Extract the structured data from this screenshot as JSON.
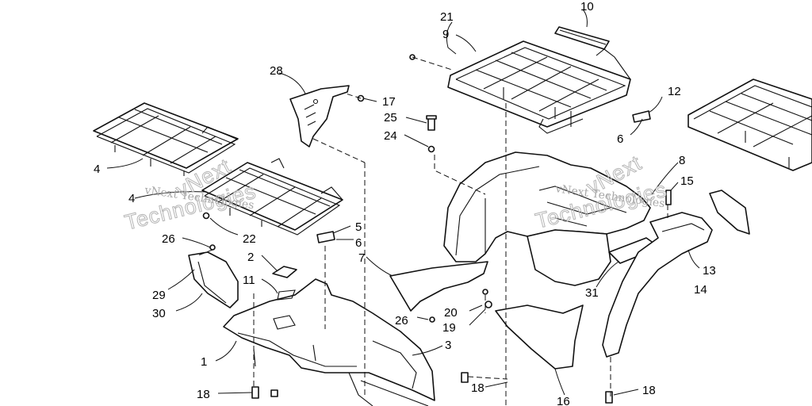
{
  "watermark": {
    "line1": "vNext Technologies",
    "line2": "vNext",
    "line3": "Technologies"
  },
  "callouts": {
    "n1": "1",
    "n2": "2",
    "n3": "3",
    "n4a": "4",
    "n4b": "4",
    "n5": "5",
    "n6a": "6",
    "n6b": "6",
    "n7": "7",
    "n8": "8",
    "n9": "9",
    "n10": "10",
    "n11": "11",
    "n12": "12",
    "n13": "13",
    "n14": "14",
    "n15": "15",
    "n16": "16",
    "n17": "17",
    "n18a": "18",
    "n18b": "18",
    "n18c": "18",
    "n19": "19",
    "n20": "20",
    "n21": "21",
    "n22": "22",
    "n24": "24",
    "n25": "25",
    "n26a": "26",
    "n26b": "26",
    "n28": "28",
    "n29": "29",
    "n30": "30",
    "n31": "31"
  }
}
